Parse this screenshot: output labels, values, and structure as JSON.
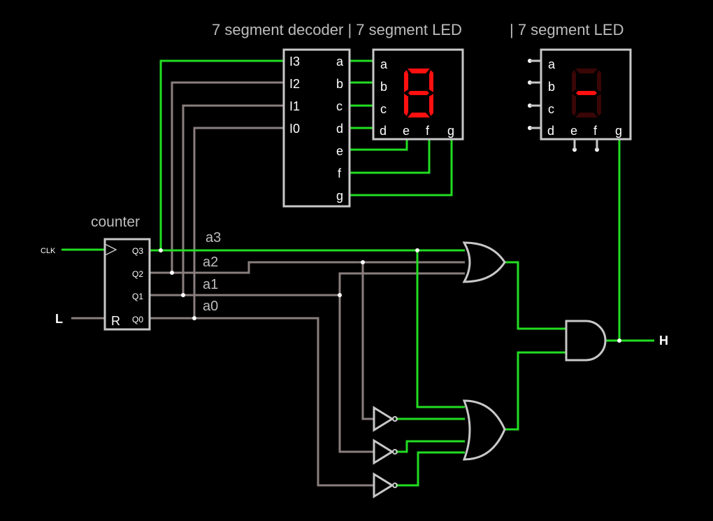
{
  "title_decoder": "7 segment decoder | 7 segment LED",
  "title_led2": "| 7 segment LED",
  "counter": {
    "title": "counter",
    "pins": [
      "Q3",
      "Q2",
      "Q1",
      "Q0"
    ],
    "reset_label": "R"
  },
  "inputs": {
    "clk": "CLK",
    "l": "L"
  },
  "output": {
    "h": "H"
  },
  "signals": [
    "a3",
    "a2",
    "a1",
    "a0"
  ],
  "decoder": {
    "inputs": [
      "I3",
      "I2",
      "I1",
      "I0"
    ],
    "outputs": [
      "a",
      "b",
      "c",
      "d",
      "e",
      "f",
      "g"
    ]
  },
  "led_pins": {
    "side": [
      "a",
      "b",
      "c",
      "d"
    ],
    "bottom": [
      "e",
      "f",
      "g"
    ]
  },
  "colors": {
    "wire_active": "#22dd22",
    "wire_inactive": "#8a7e7e",
    "segment_on": "#ff1010",
    "segment_off": "#3a0606",
    "component": "#c8c8c8"
  },
  "display1_digit": "8",
  "display2_segments_on": [
    "g"
  ]
}
